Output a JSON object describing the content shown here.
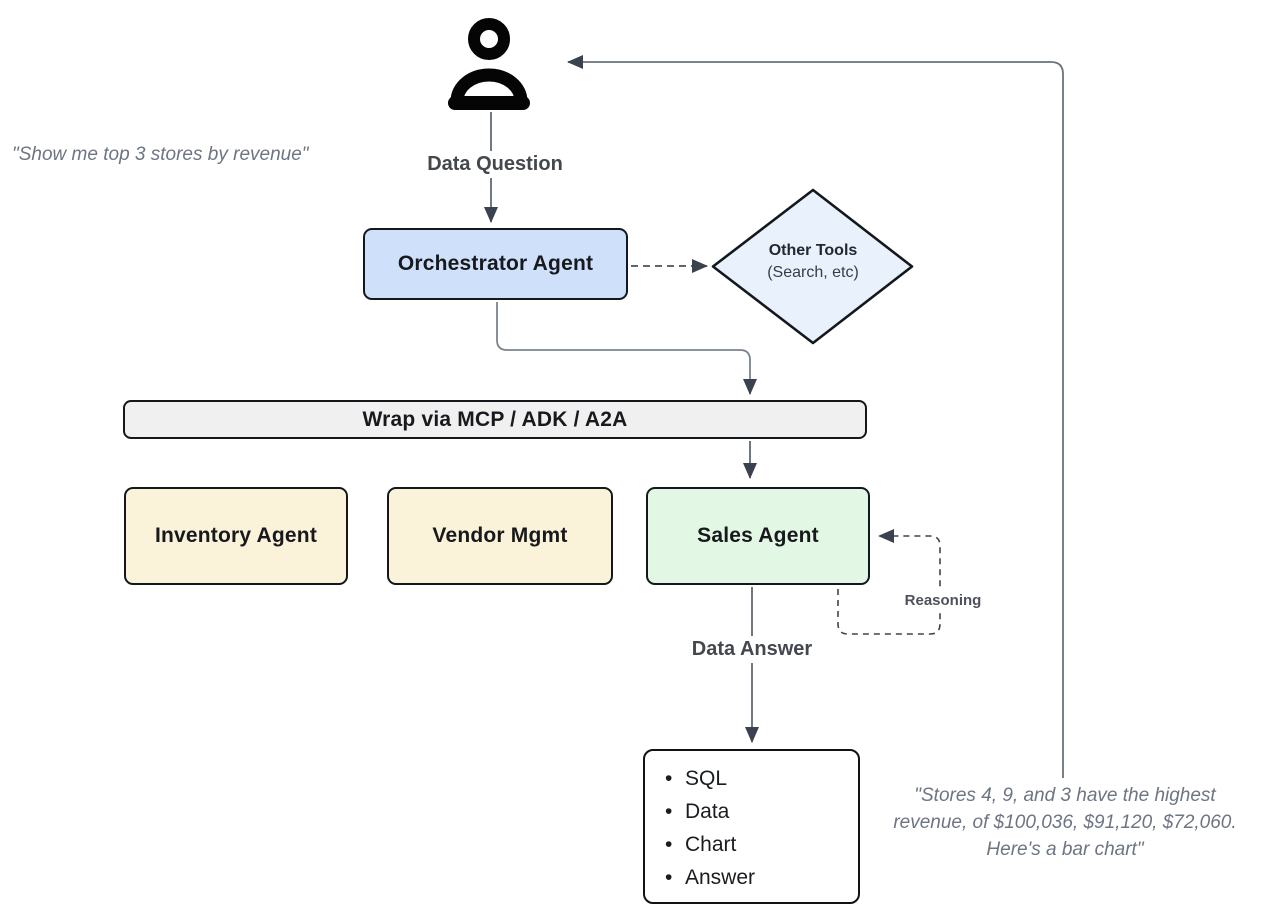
{
  "diagram": {
    "quotes": {
      "user_question": "\"Show me top 3 stores by revenue\"",
      "final_answer": "\"Stores 4, 9, and 3 have the highest\nrevenue, of $100,036, $91,120, $72,060.\nHere's a bar chart\""
    },
    "flow_labels": {
      "data_question": "Data Question",
      "data_answer": "Data Answer",
      "reasoning": "Reasoning"
    },
    "nodes": {
      "orchestrator": {
        "label": "Orchestrator Agent"
      },
      "other_tools": {
        "title": "Other Tools",
        "subtitle": "(Search, etc)"
      },
      "wrap_bar": {
        "label": "Wrap via MCP / ADK / A2A"
      },
      "inventory_agent": {
        "label": "Inventory Agent"
      },
      "vendor_mgmt": {
        "label": "Vendor Mgmt"
      },
      "sales_agent": {
        "label": "Sales Agent"
      }
    },
    "output_items": [
      "SQL",
      "Data",
      "Chart",
      "Answer"
    ],
    "icons": {
      "user": "person-icon"
    },
    "colors": {
      "orchestrator_fill": "#cfe0fb",
      "other_tools_fill": "#e9f1fd",
      "agent_yellow_fill": "#fbf2da",
      "sales_green_fill": "#e3f7e5",
      "wrap_bar_fill": "#f0f0f1",
      "node_border": "#14181d",
      "connector_line": "#5f6975",
      "arrowhead": "#39424e",
      "quote_text": "#6d7583",
      "label_text": "#43474e",
      "person_icon": "#050505"
    }
  }
}
